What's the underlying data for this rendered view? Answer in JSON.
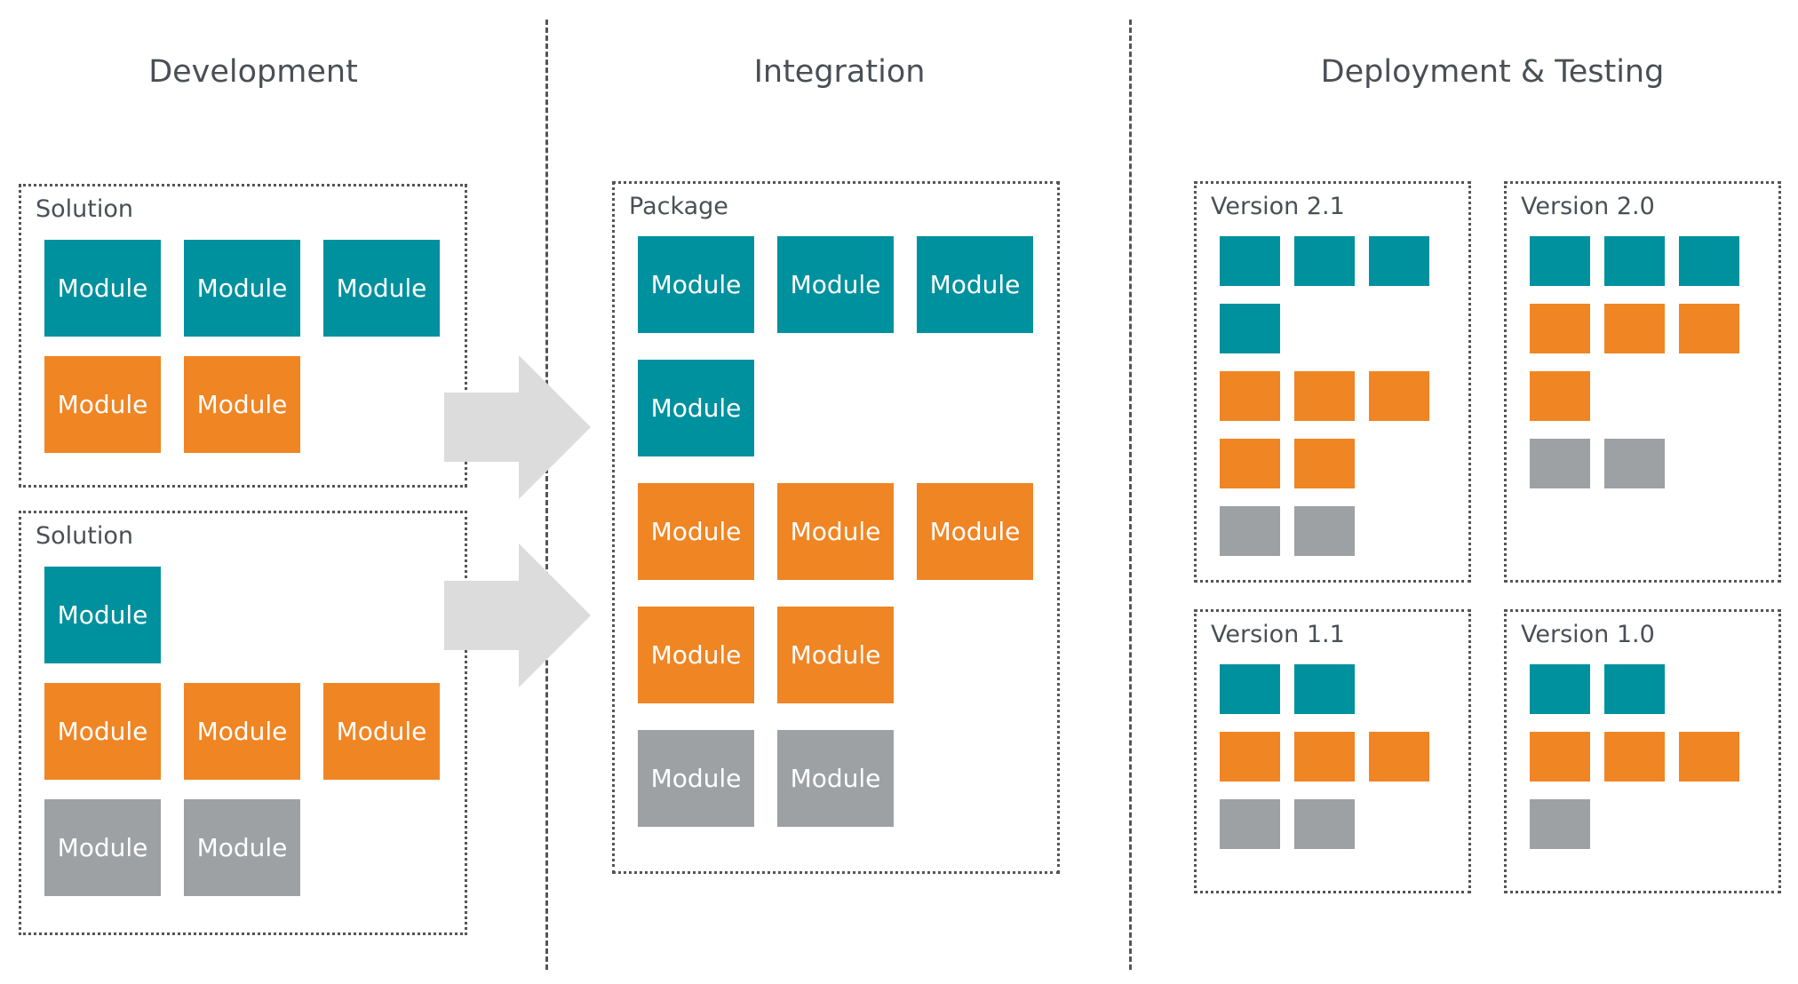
{
  "colors": {
    "teal": "#00919e",
    "orange": "#f08524",
    "gray": "#9da1a4",
    "arrow": "#dcdcdc"
  },
  "columns": {
    "development": "Development",
    "integration": "Integration",
    "deployment": "Deployment & Testing"
  },
  "module_label": "Module",
  "solutions": [
    {
      "label": "Solution",
      "rows": [
        [
          "teal",
          "teal",
          "teal"
        ],
        [
          "orange",
          "orange"
        ]
      ]
    },
    {
      "label": "Solution",
      "rows": [
        [
          "teal"
        ],
        [
          "orange",
          "orange",
          "orange"
        ],
        [
          "gray",
          "gray"
        ]
      ]
    }
  ],
  "package": {
    "label": "Package",
    "rows": [
      [
        "teal",
        "teal",
        "teal"
      ],
      [
        "teal"
      ],
      [
        "orange",
        "orange",
        "orange"
      ],
      [
        "orange",
        "orange"
      ],
      [
        "gray",
        "gray"
      ]
    ]
  },
  "versions": [
    {
      "label": "Version 2.1",
      "rows": [
        [
          "teal",
          "teal",
          "teal"
        ],
        [
          "teal"
        ],
        [
          "orange",
          "orange",
          "orange"
        ],
        [
          "orange",
          "orange"
        ],
        [
          "gray",
          "gray"
        ]
      ]
    },
    {
      "label": "Version 2.0",
      "rows": [
        [
          "teal",
          "teal",
          "teal"
        ],
        [
          "orange",
          "orange",
          "orange"
        ],
        [
          "orange"
        ],
        [
          "gray",
          "gray"
        ]
      ]
    },
    {
      "label": "Version 1.1",
      "rows": [
        [
          "teal",
          "teal"
        ],
        [
          "orange",
          "orange",
          "orange"
        ],
        [
          "gray",
          "gray"
        ]
      ]
    },
    {
      "label": "Version 1.0",
      "rows": [
        [
          "teal",
          "teal"
        ],
        [
          "orange",
          "orange",
          "orange"
        ],
        [
          "gray"
        ]
      ]
    }
  ]
}
